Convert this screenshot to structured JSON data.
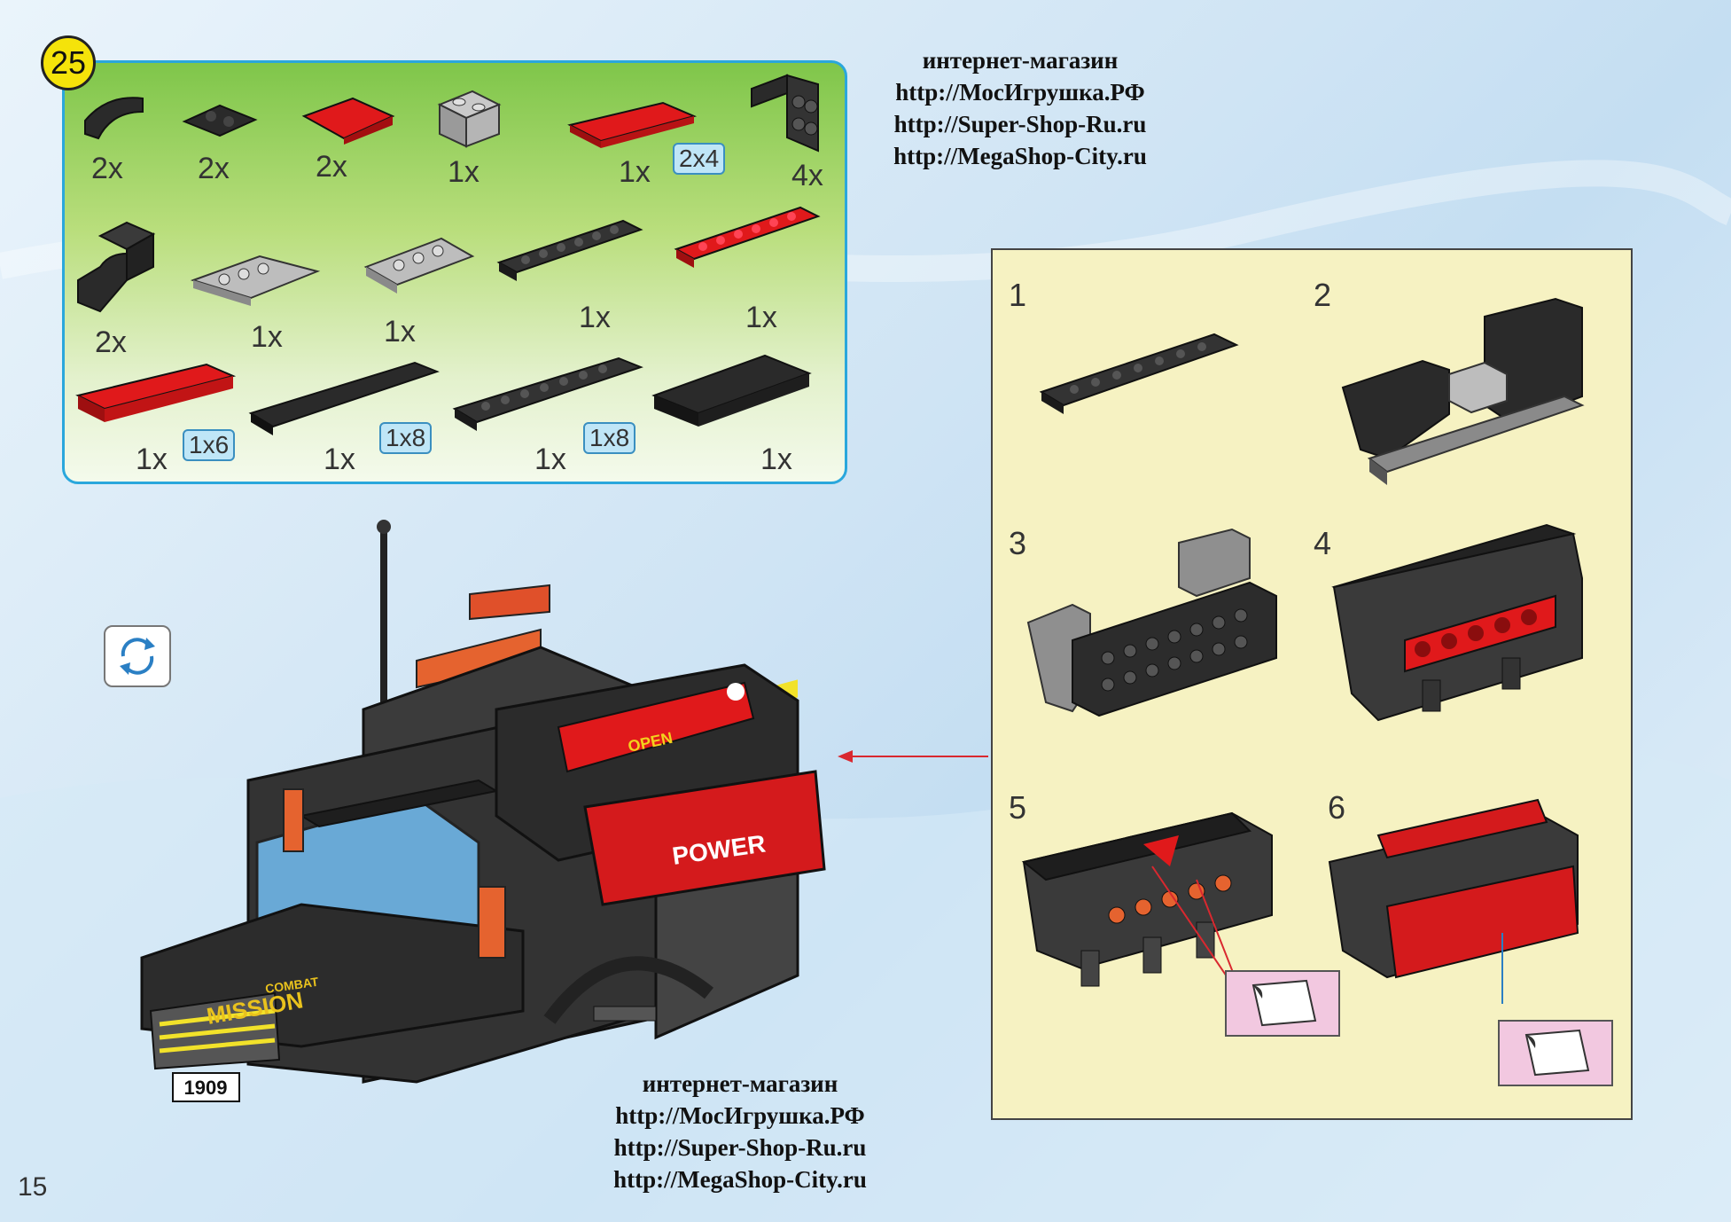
{
  "step": {
    "number": "25"
  },
  "parts": [
    {
      "qty": "2x"
    },
    {
      "qty": "2x"
    },
    {
      "qty": "2x"
    },
    {
      "qty": "1x"
    },
    {
      "qty": "1x",
      "size": "2x4"
    },
    {
      "qty": "4x"
    },
    {
      "qty": "2x"
    },
    {
      "qty": "1x"
    },
    {
      "qty": "1x"
    },
    {
      "qty": "1x"
    },
    {
      "qty": "1x"
    },
    {
      "qty": "1x",
      "size": "1x6"
    },
    {
      "qty": "1x",
      "size": "1x8"
    },
    {
      "qty": "1x",
      "size": "1x8"
    },
    {
      "qty": "1x"
    }
  ],
  "shop_top": {
    "line1": "интернет-магазин",
    "line2": "http://МосИгрушка.РФ",
    "line3": "http://Super-Shop-Ru.ru",
    "line4": "http://MegaShop-City.ru"
  },
  "shop_bottom": {
    "line1": "интернет-магазин",
    "line2": "http://МосИгрушка.РФ",
    "line3": "http://Super-Shop-Ru.ru",
    "line4": "http://MegaShop-City.ru"
  },
  "substeps": [
    "1",
    "2",
    "3",
    "4",
    "5",
    "6"
  ],
  "labels": {
    "open": "OPEN",
    "power": "POWER",
    "brand_small": "COMBAT",
    "brand_big": "MISSION",
    "plate": "1909"
  },
  "page": {
    "number": "15"
  },
  "colors": {
    "brick_black": "#2a2a2a",
    "brick_red": "#e0191b",
    "brick_gray": "#a6a6a6",
    "panel_green": "#8cc63f",
    "panel_border": "#2aa7dc",
    "sub_bg": "#f6f2c2",
    "arrow_red": "#d9282f"
  },
  "icons": [
    "rotate-icon",
    "sticker-icon",
    "skull-icon"
  ]
}
